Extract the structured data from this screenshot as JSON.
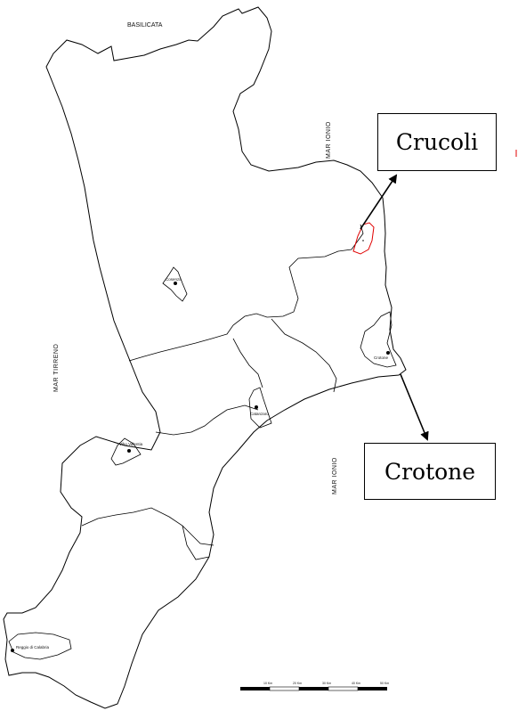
{
  "labels": {
    "basilicata": "BASILICATA",
    "mar_ionio_north": "MAR IONIO",
    "mar_ionio_south": "MAR IONIO",
    "mar_tirreno": "MAR TIRRENO"
  },
  "cities": {
    "cosenza": "Cosenza",
    "crotone": "Crotone",
    "catanzaro": "Catanzaro",
    "vibo_valentia": "Vibo Valentia",
    "reggio": "Reggio di Calabria"
  },
  "callouts": {
    "crucoli": "Crucoli",
    "crotone": "Crotone"
  },
  "scale": {
    "ticks": [
      "10 Km",
      "20 Km",
      "30 Km",
      "40 Km",
      "50 Km"
    ]
  },
  "colors": {
    "highlight": "#e00000",
    "boundary": "#000000"
  }
}
